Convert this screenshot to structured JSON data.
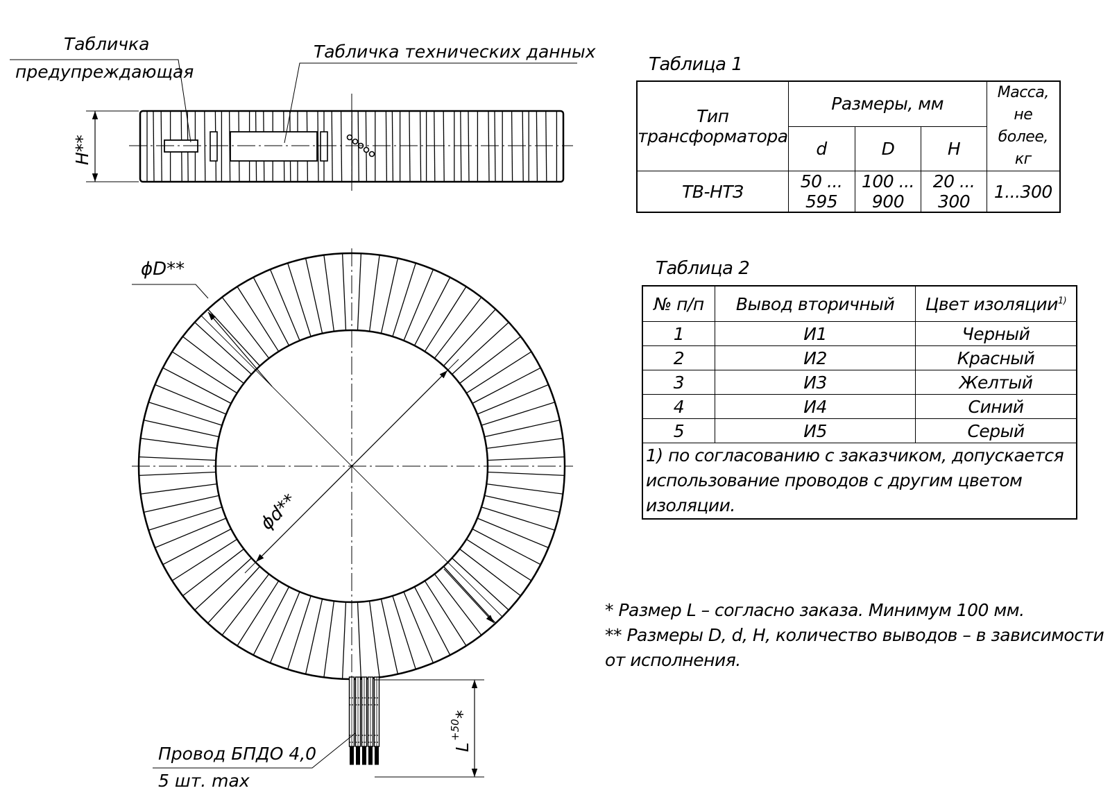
{
  "top_view": {
    "warning_plate_line1": "Табличка",
    "warning_plate_line2": "предупреждающая",
    "tech_plate": "Табличка технических данных",
    "height_dim": "H**"
  },
  "main_view": {
    "outer_dim": "ϕD**",
    "inner_dim": "ϕd**",
    "wire_line1": "Провод БПДО 4,0",
    "wire_line2": "5 шт. max",
    "length_dim": "L",
    "length_tol": "+50",
    "length_star": "*"
  },
  "table1": {
    "caption": "Таблица 1",
    "col_type_line1": "Тип",
    "col_type_line2": "трансформатора",
    "col_sizes": "Размеры, мм",
    "col_d": "d",
    "col_D": "D",
    "col_H": "H",
    "col_mass_line1": "Масса,",
    "col_mass_line2": "не более,",
    "col_mass_line3": "кг",
    "row": {
      "type": "ТВ-НТЗ",
      "d": "50 ... 595",
      "D": "100 ... 900",
      "H": "20 ... 300",
      "mass": "1...300"
    }
  },
  "table2": {
    "caption": "Таблица 2",
    "col_num": "№ п/п",
    "col_lead": "Вывод вторичный",
    "col_color": "Цвет изоляции",
    "col_color_sup": "1)",
    "rows": [
      {
        "num": "1",
        "lead": "И1",
        "color": "Черный"
      },
      {
        "num": "2",
        "lead": "И2",
        "color": "Красный"
      },
      {
        "num": "3",
        "lead": "И3",
        "color": "Желтый"
      },
      {
        "num": "4",
        "lead": "И4",
        "color": "Синий"
      },
      {
        "num": "5",
        "lead": "И5",
        "color": "Серый"
      }
    ],
    "note_line1": "1) по согласованию с заказчиком, допускается",
    "note_line2": "использование проводов с другим цветом изоляции."
  },
  "notes": {
    "line1": "* Размер L – согласно заказа. Минимум 100 мм.",
    "line2": "** Размеры D, d, H, количество выводов – в зависимости",
    "line3": "от исполнения."
  }
}
